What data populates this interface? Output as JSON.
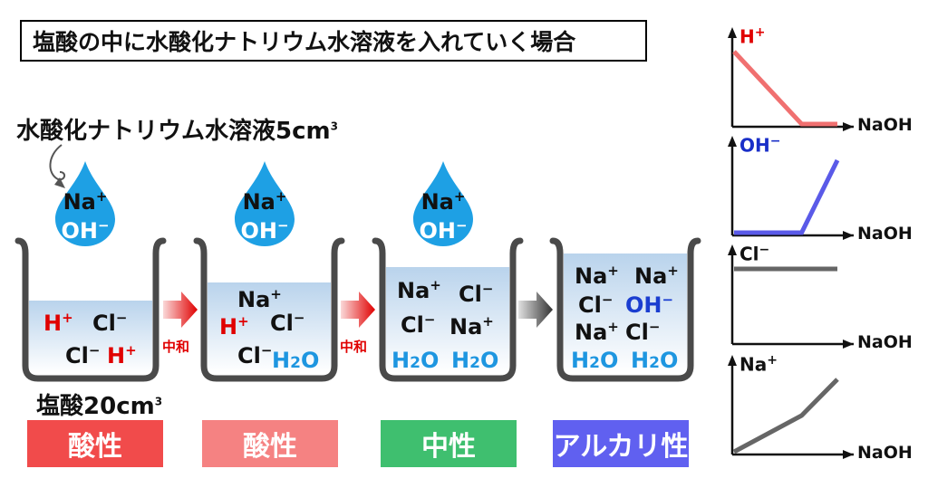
{
  "title": "塩酸の中に水酸化ナトリウム水溶液を入れていく場合",
  "solution_label": "水酸化ナトリウム水溶液5",
  "volume_unit": "cm",
  "volume_unit_sup": "3",
  "beaker_label": "塩酸20",
  "drop_ions": {
    "cation": "Na",
    "cation_charge": "+",
    "anion": "OH",
    "anion_charge": "−"
  },
  "beakers": [
    {
      "ions": [
        {
          "t": "H",
          "c": "+",
          "color": "red"
        },
        {
          "t": "Cl",
          "c": "−",
          "color": "black"
        },
        {
          "t": "Cl",
          "c": "−",
          "color": "black"
        },
        {
          "t": "H",
          "c": "+",
          "color": "red"
        }
      ]
    },
    {
      "ions": [
        {
          "t": "Na",
          "c": "+",
          "color": "black"
        },
        {
          "t": "H",
          "c": "+",
          "color": "red"
        },
        {
          "t": "Cl",
          "c": "−",
          "color": "black"
        },
        {
          "t": "Cl",
          "c": "−",
          "color": "black"
        },
        {
          "t": "H2O",
          "c": "",
          "color": "blue"
        }
      ]
    },
    {
      "ions": [
        {
          "t": "Na",
          "c": "+",
          "color": "black"
        },
        {
          "t": "Cl",
          "c": "−",
          "color": "black"
        },
        {
          "t": "Cl",
          "c": "−",
          "color": "black"
        },
        {
          "t": "Na",
          "c": "+",
          "color": "black"
        },
        {
          "t": "H2O",
          "c": "",
          "color": "blue"
        },
        {
          "t": "H2O",
          "c": "",
          "color": "blue"
        }
      ]
    },
    {
      "ions": [
        {
          "t": "Na",
          "c": "+",
          "color": "black"
        },
        {
          "t": "Na",
          "c": "+",
          "color": "black"
        },
        {
          "t": "Cl",
          "c": "−",
          "color": "black"
        },
        {
          "t": "OH",
          "c": "−",
          "color": "navy"
        },
        {
          "t": "Na",
          "c": "+",
          "color": "black"
        },
        {
          "t": "Cl",
          "c": "−",
          "color": "black"
        },
        {
          "t": "H2O",
          "c": "",
          "color": "blue"
        },
        {
          "t": "H2O",
          "c": "",
          "color": "blue"
        }
      ]
    }
  ],
  "arrows": [
    {
      "label": "中和",
      "color": "#e00000"
    },
    {
      "label": "中和",
      "color": "#e00000"
    },
    {
      "label": "",
      "color": "#333333"
    }
  ],
  "badges": [
    {
      "label": "酸性",
      "color": "#f14b4b"
    },
    {
      "label": "酸性",
      "color": "#f58282"
    },
    {
      "label": "中性",
      "color": "#3fbf6f"
    },
    {
      "label": "アルカリ性",
      "color": "#6060f0"
    }
  ],
  "graphs": [
    {
      "ion": "H",
      "charge": "+",
      "color": "#e00000",
      "line_color": "#f07070",
      "xlabel": "NaOH",
      "values": [
        1,
        0,
        0
      ]
    },
    {
      "ion": "OH",
      "charge": "−",
      "color": "#1a2fc8",
      "line_color": "#5a5ae8",
      "xlabel": "NaOH",
      "values": [
        0,
        0,
        1
      ]
    },
    {
      "ion": "Cl",
      "charge": "−",
      "color": "#111111",
      "line_color": "#666666",
      "xlabel": "NaOH",
      "values": [
        1,
        1,
        1
      ]
    },
    {
      "ion": "Na",
      "charge": "+",
      "color": "#111111",
      "line_color": "#666666",
      "xlabel": "NaOH",
      "values": [
        0,
        0.5,
        1
      ]
    }
  ]
}
